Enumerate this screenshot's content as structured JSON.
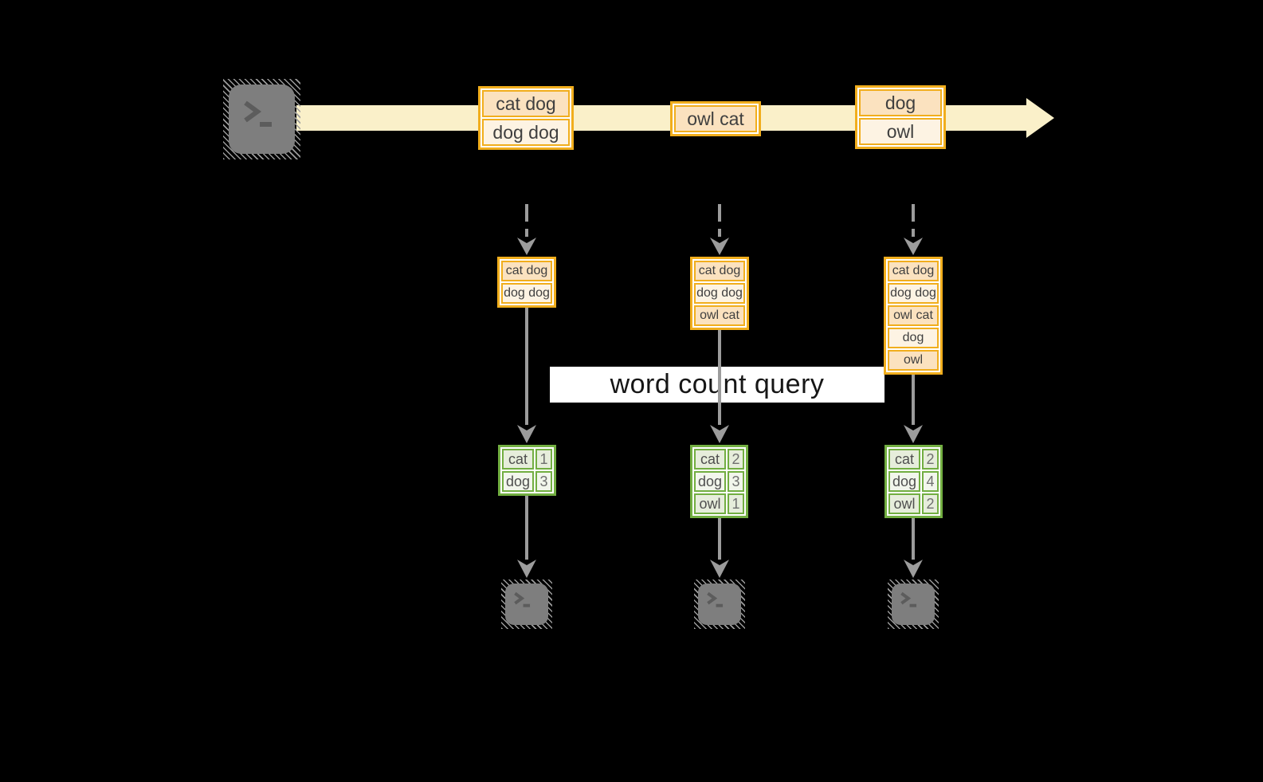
{
  "query": {
    "label": "word count query"
  },
  "stream": {
    "batches": [
      {
        "items": [
          "cat dog",
          "dog dog"
        ]
      },
      {
        "items": [
          "owl cat"
        ]
      },
      {
        "items": [
          "dog",
          "owl"
        ]
      }
    ]
  },
  "columns": [
    {
      "buffer": [
        "cat dog",
        "dog dog"
      ],
      "counts": [
        {
          "word": "cat",
          "count": 1
        },
        {
          "word": "dog",
          "count": 3
        }
      ]
    },
    {
      "buffer": [
        "cat dog",
        "dog dog",
        "owl cat"
      ],
      "counts": [
        {
          "word": "cat",
          "count": 2
        },
        {
          "word": "dog",
          "count": 3
        },
        {
          "word": "owl",
          "count": 1
        }
      ]
    },
    {
      "buffer": [
        "cat dog",
        "dog dog",
        "owl cat",
        "dog",
        "owl"
      ],
      "counts": [
        {
          "word": "cat",
          "count": 2
        },
        {
          "word": "dog",
          "count": 4
        },
        {
          "word": "owl",
          "count": 2
        }
      ]
    }
  ],
  "icons": {
    "source": "terminal-icon",
    "sinks": [
      "terminal-icon",
      "terminal-icon",
      "terminal-icon"
    ]
  },
  "colors": {
    "background": "#000000",
    "stream_band": "#faf0c9",
    "amber_border": "#f1ae1d",
    "record_fill_dark": "#fbe2bf",
    "record_fill_light": "#fdf3e3",
    "green_border": "#72ae41",
    "green_fill_dark": "#e6eddb",
    "green_fill_light": "#f2f6ec",
    "arrow_gray": "#9c9c9c",
    "icon_gray": "#7e7e7e",
    "query_bg": "#ffffff",
    "text_dark": "#3f3f3f"
  }
}
